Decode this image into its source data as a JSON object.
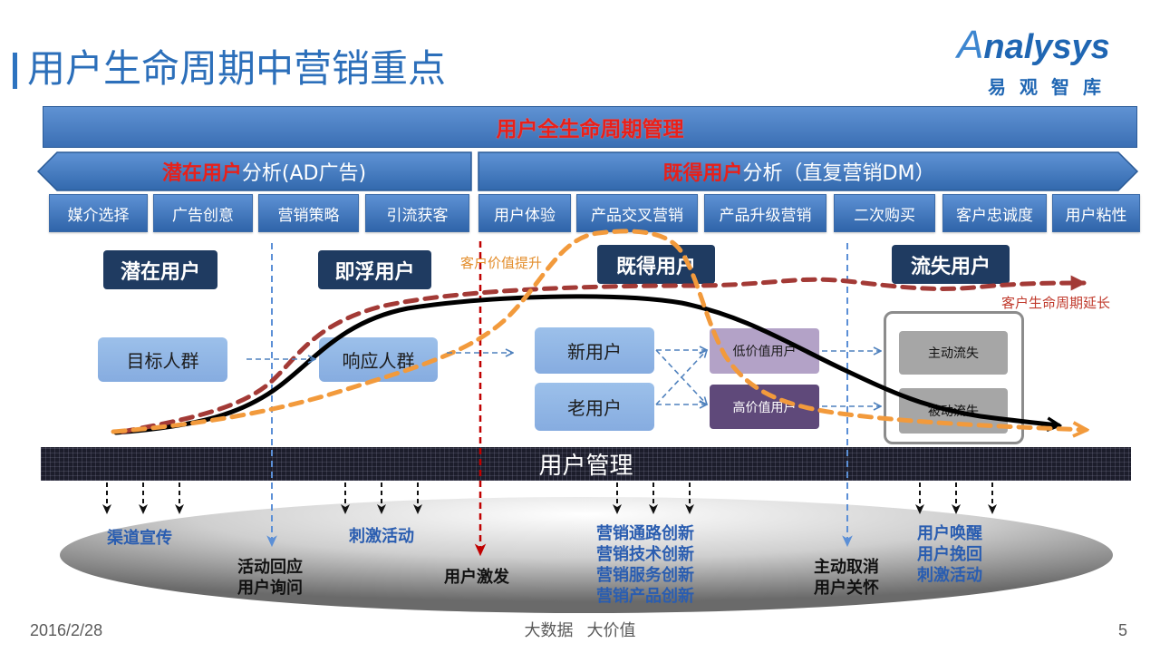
{
  "header": {
    "title": "用户生命周期中营销重点",
    "logo_brand": "Analysys",
    "logo_name": "易观智库"
  },
  "banner": {
    "label": "用户全生命周期管理"
  },
  "phases": {
    "prospect": {
      "highlight": "潜在用户",
      "rest": "分析(AD广告)"
    },
    "acquired": {
      "highlight": "既得用户",
      "rest": "分析（直复营销DM）"
    }
  },
  "activities": [
    "媒介选择",
    "广告创意",
    "营销策略",
    "引流获客",
    "用户体验",
    "产品交叉营销",
    "产品升级营销",
    "二次购买",
    "客户忠诚度",
    "用户粘性"
  ],
  "stages": [
    "潜在用户",
    "即浮用户",
    "既得用户",
    "流失用户"
  ],
  "curve_labels": {
    "value_growth": "客户价值提升",
    "lifecycle_extension": "客户生命周期延长"
  },
  "nodes": {
    "target_group": "目标人群",
    "response_group": "响应人群",
    "new_users": "新用户",
    "existing_users": "老用户",
    "low_value_users": "低价值用户",
    "high_value_users": "高价值用户",
    "active_churn": "主动流失",
    "passive_churn": "被动流失"
  },
  "management": {
    "label": "用户管理"
  },
  "actions": {
    "channel": [
      "渠道宣传"
    ],
    "response": [
      "活动回应",
      "用户询问"
    ],
    "stimulus": [
      "刺激活动"
    ],
    "activation": [
      "用户激发"
    ],
    "innovation": [
      "营销通路创新",
      "营销技术创新",
      "营销服务创新",
      "营销产品创新"
    ],
    "care": [
      "主动取消",
      "用户关怀"
    ],
    "recovery": [
      "用户唤醒",
      "用户挽回",
      "刺激活动"
    ]
  },
  "footer": {
    "date": "2016/2/28",
    "slogan": "大数据   大价值",
    "page": "5"
  },
  "colors": {
    "title_blue": "#2c6fba",
    "banner_red": "#e8201a",
    "stage_navy": "#1f3b61",
    "node_blue": "#8eb4e3",
    "low_value_purple": "#b3a2c7",
    "high_value_purple": "#5f497a",
    "churn_grey": "#a6a6a6",
    "curve_black": "#000000",
    "curve_red": "#a33a36",
    "curve_orange": "#f29a3c",
    "action_blue": "#2a5db0"
  }
}
